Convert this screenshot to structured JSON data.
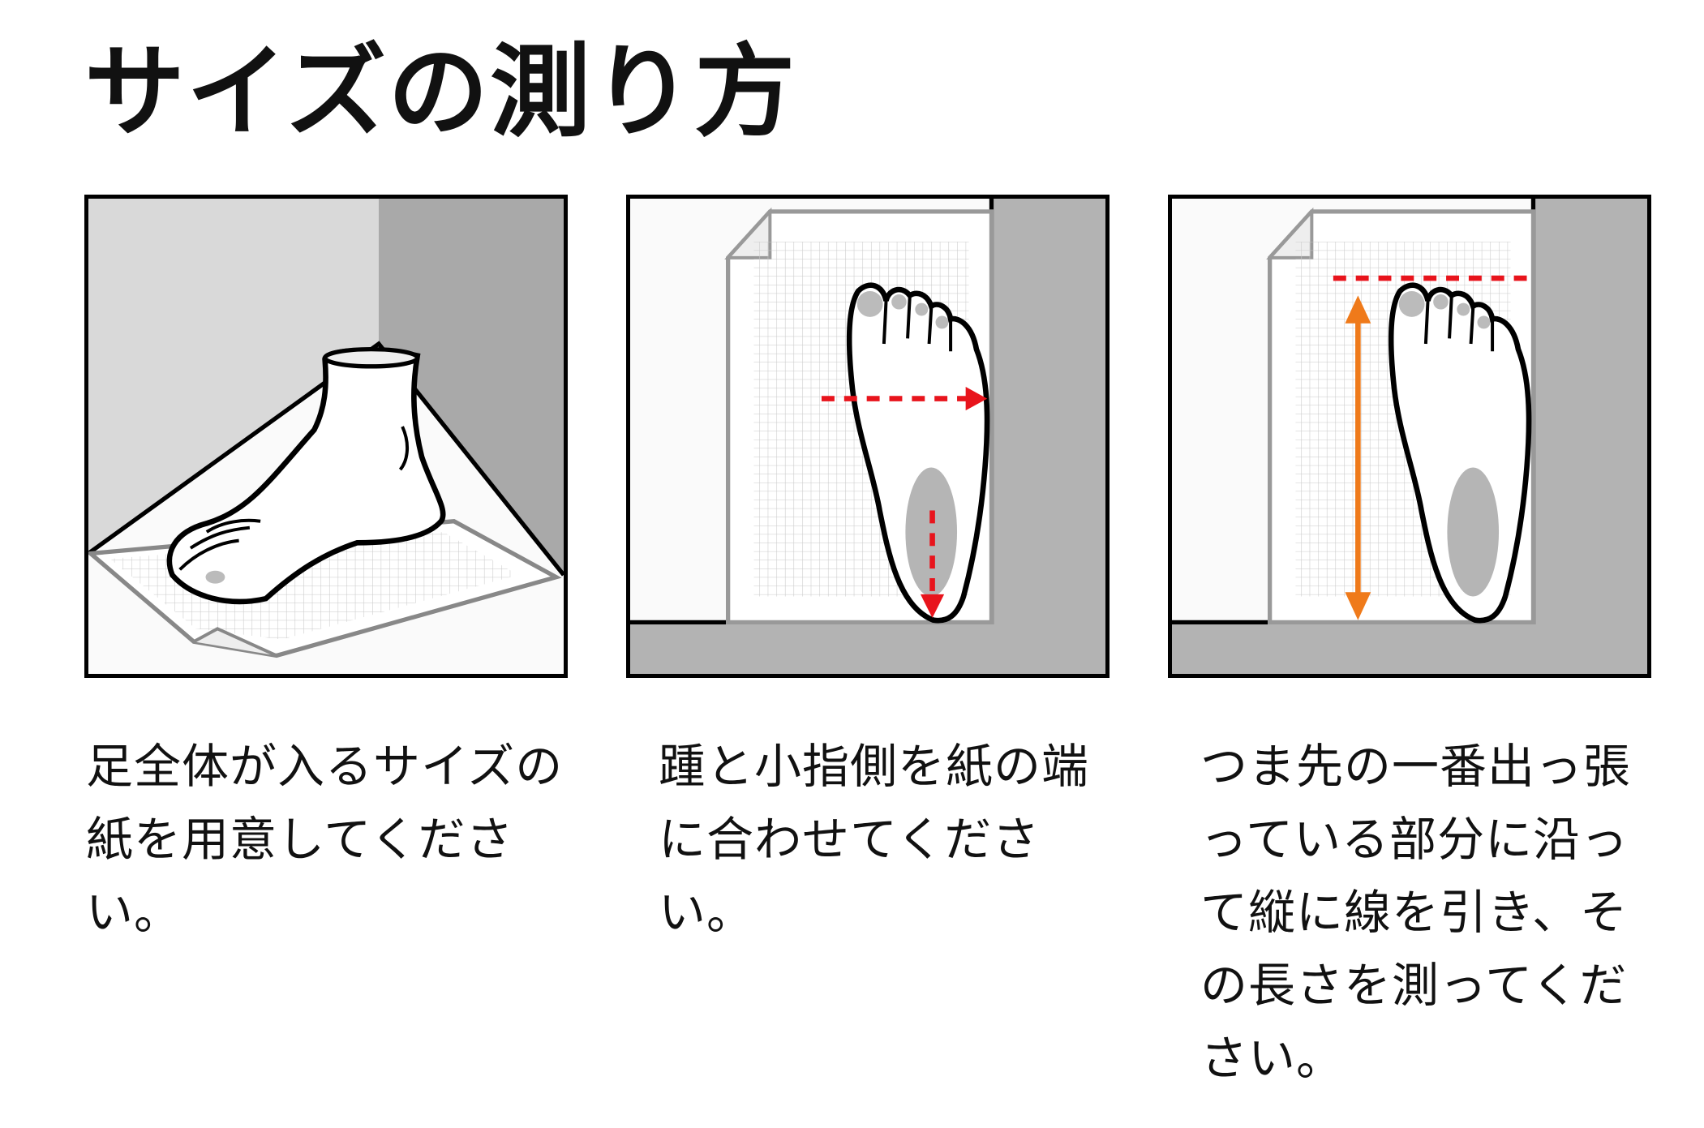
{
  "title": "サイズの測り方",
  "steps": [
    {
      "caption": "足全体が入るサイズの紙を用意してください。",
      "illustration": "foot-on-paper"
    },
    {
      "caption": "踵と小指側を紙の端に合わせてください。",
      "illustration": "foot-aligned-to-edge"
    },
    {
      "caption": "つま先の一番出っ張っている部分に沿って縦に線を引き、その長さを測ってください。",
      "illustration": "foot-length-measure"
    }
  ],
  "colors": {
    "red_arrow": "#e8141c",
    "orange_arrow": "#ef7a1a",
    "wall": "#b3b3b3"
  }
}
